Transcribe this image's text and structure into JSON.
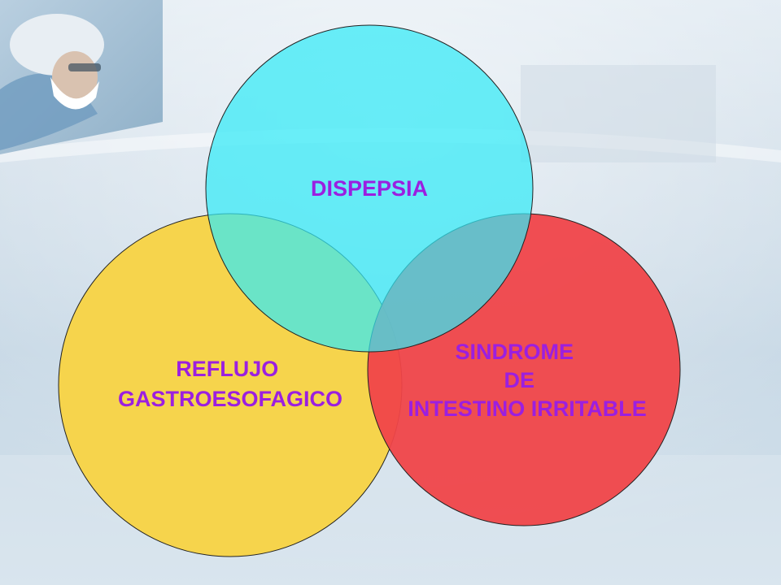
{
  "diagram": {
    "type": "venn",
    "circles": [
      {
        "id": "dispepsia",
        "label_lines": [
          "DISPEPSIA"
        ],
        "color": "#33eaf7"
      },
      {
        "id": "reflujo",
        "label_lines": [
          "REFLUJO",
          "GASTROESOFAGICO"
        ],
        "color": "#f6d44c"
      },
      {
        "id": "sii",
        "label_lines": [
          "SINDROME",
          "DE",
          "INTESTINO IRRITABLE"
        ],
        "color": "#f04449"
      }
    ],
    "label_color": "#9b1fe0"
  }
}
